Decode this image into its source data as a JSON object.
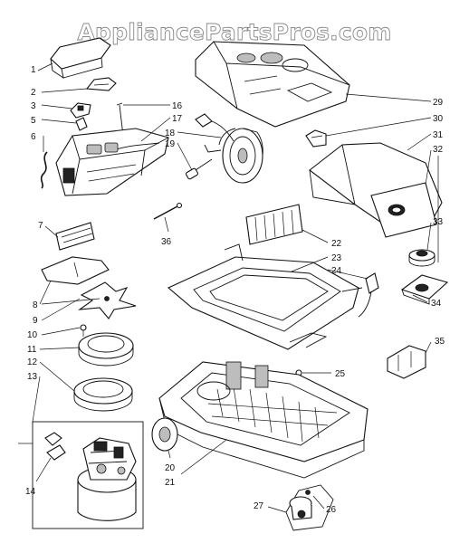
{
  "watermark": "AppliancePartsPros.com",
  "callouts": [
    {
      "label": "1"
    },
    {
      "label": "2"
    },
    {
      "label": "3"
    },
    {
      "label": "5"
    },
    {
      "label": "6"
    },
    {
      "label": "7"
    },
    {
      "label": "8"
    },
    {
      "label": "9"
    },
    {
      "label": "10"
    },
    {
      "label": "11"
    },
    {
      "label": "12"
    },
    {
      "label": "13"
    },
    {
      "label": "14"
    },
    {
      "label": "16"
    },
    {
      "label": "17"
    },
    {
      "label": "18"
    },
    {
      "label": "19"
    },
    {
      "label": "36"
    },
    {
      "label": "29"
    },
    {
      "label": "30"
    },
    {
      "label": "31"
    },
    {
      "label": "32"
    },
    {
      "label": "33"
    },
    {
      "label": "22"
    },
    {
      "label": "23"
    },
    {
      "label": "24"
    },
    {
      "label": "34"
    },
    {
      "label": "35"
    },
    {
      "label": "25"
    },
    {
      "label": "20"
    },
    {
      "label": "21"
    },
    {
      "label": "27"
    },
    {
      "label": "26"
    }
  ]
}
